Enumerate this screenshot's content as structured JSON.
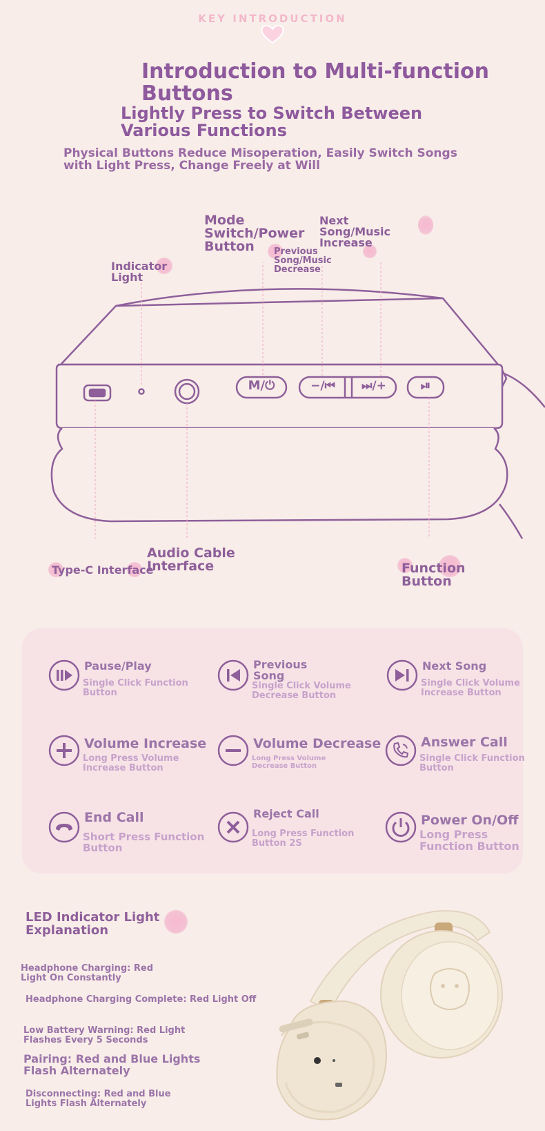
{
  "header": {
    "kicker": "KEY INTRODUCTION",
    "title": "Introduction to Multi-function Buttons",
    "subtitle": "Lightly Press to Switch Between Various Functions",
    "tagline": "Physical Buttons Reduce Misoperation, Easily Switch Songs with Light Press, Change Freely at Will"
  },
  "diagram": {
    "mode_switch": "Mode Switch/Power Button",
    "next_song": "Next Song/Music Increase",
    "previous_song": "Previous Song/Music Decrease",
    "indicator_light": "Indicator Light",
    "type_c": "Type-C Interface",
    "audio_cable": "Audio Cable Interface",
    "function_button": "Function Button",
    "key_mode": "M/⏻",
    "key_prev": "−/⏮",
    "key_next": "⏭/+",
    "key_play": "⏯"
  },
  "features": [
    {
      "name": "Pause/Play",
      "desc": "Single Click Function Button",
      "icon": "play-pause-icon"
    },
    {
      "name": "Previous Song",
      "desc": "Single Click Volume Decrease Button",
      "icon": "previous-icon"
    },
    {
      "name": "Next Song",
      "desc": "Single Click Volume Increase Button",
      "icon": "next-icon"
    },
    {
      "name": "Volume Increase",
      "desc": "Long Press Volume Increase Button",
      "icon": "plus-icon"
    },
    {
      "name": "Volume Decrease",
      "desc": "Long Press Volume Decrease Button",
      "icon": "minus-icon"
    },
    {
      "name": "Answer Call",
      "desc": "Single Click Function Button",
      "icon": "phone-icon"
    },
    {
      "name": "End Call",
      "desc": "Short Press Function Button",
      "icon": "hangup-icon"
    },
    {
      "name": "Reject Call",
      "desc": "Long Press Function Button 2S",
      "icon": "x-icon"
    },
    {
      "name": "Power On/Off",
      "desc": "Long Press Function Button",
      "icon": "power-icon"
    }
  ],
  "led": {
    "title": "LED Indicator Light Explanation",
    "items": [
      "Headphone Charging: Red Light On Constantly",
      "Headphone Charging Complete: Red Light Off",
      "Low Battery Warning: Red Light Flashes Every 5 Seconds",
      "Pairing: Red and Blue Lights Flash Alternately",
      "Disconnecting: Red and Blue Lights Flash Alternately"
    ]
  },
  "colors": {
    "accent": "#8e5f9a",
    "soft": "#c7a2cb",
    "panel": "#f7e3e6",
    "pink": "#f4b7cc",
    "background": "#f8ede9"
  }
}
